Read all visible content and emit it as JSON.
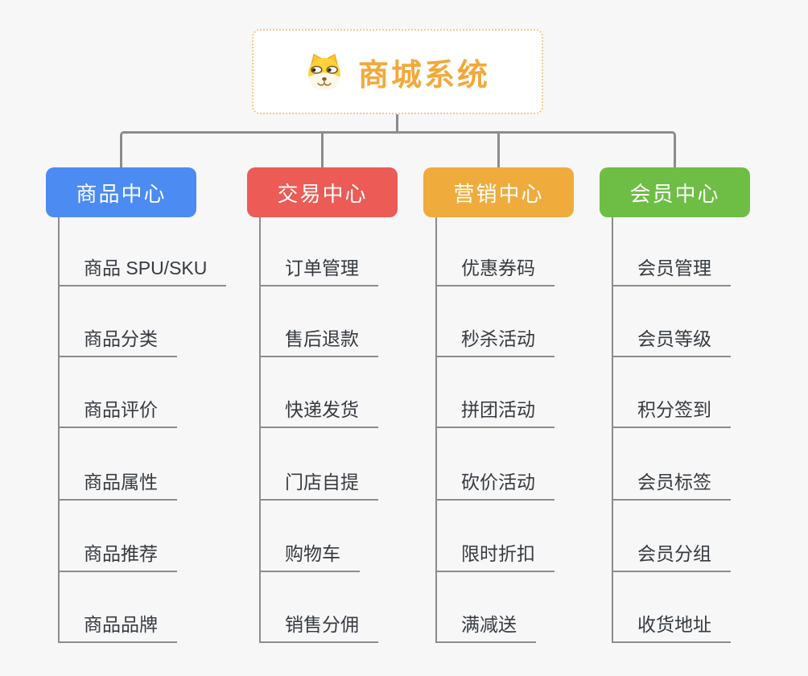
{
  "canvas": {
    "background_color": "#f7f7f7",
    "connector_color": "#8c8c8c",
    "leaf_text_color": "#363b41"
  },
  "root": {
    "label": "商城系统",
    "icon": "dog-face-icon",
    "text_color": "#f2a93b",
    "border_color": "#f6c88a",
    "background_color": "#ffffff"
  },
  "branches": [
    {
      "label": "商品中心",
      "color": "#4b8bf2",
      "children": [
        "商品 SPU/SKU",
        "商品分类",
        "商品评价",
        "商品属性",
        "商品推荐",
        "商品品牌"
      ]
    },
    {
      "label": "交易中心",
      "color": "#ec5b56",
      "children": [
        "订单管理",
        "售后退款",
        "快递发货",
        "门店自提",
        "购物车",
        "销售分佣"
      ]
    },
    {
      "label": "营销中心",
      "color": "#efac3d",
      "children": [
        "优惠券码",
        "秒杀活动",
        "拼团活动",
        "砍价活动",
        "限时折扣",
        "满减送"
      ]
    },
    {
      "label": "会员中心",
      "color": "#6ebe45",
      "children": [
        "会员管理",
        "会员等级",
        "积分签到",
        "会员标签",
        "会员分组",
        "收货地址"
      ]
    }
  ]
}
